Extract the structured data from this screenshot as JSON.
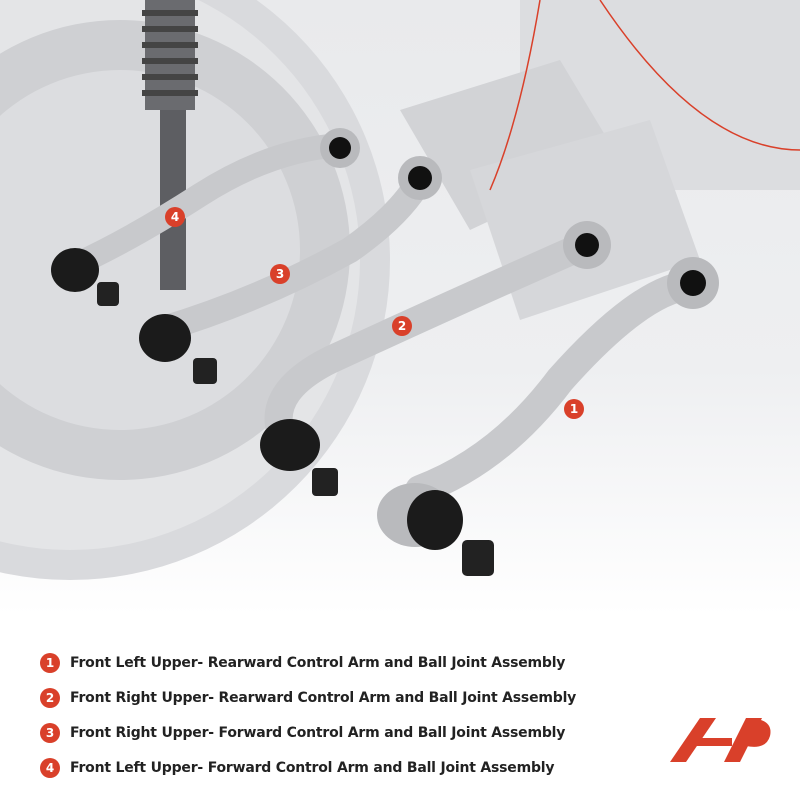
{
  "badges": [
    {
      "num": "1"
    },
    {
      "num": "2"
    },
    {
      "num": "3"
    },
    {
      "num": "4"
    }
  ],
  "legend": [
    {
      "num": "1",
      "label": "Front Left Upper- Rearward Control Arm and Ball Joint Assembly"
    },
    {
      "num": "2",
      "label": "Front Right Upper- Rearward Control Arm and Ball Joint Assembly"
    },
    {
      "num": "3",
      "label": "Front Right Upper- Forward Control Arm and Ball Joint Assembly"
    },
    {
      "num": "4",
      "label": "Front Left Upper- Forward Control Arm and Ball Joint Assembly"
    }
  ],
  "colors": {
    "accent": "#d9402a",
    "text": "#222222"
  },
  "logo": {
    "icon": "brand-logo-icon"
  }
}
